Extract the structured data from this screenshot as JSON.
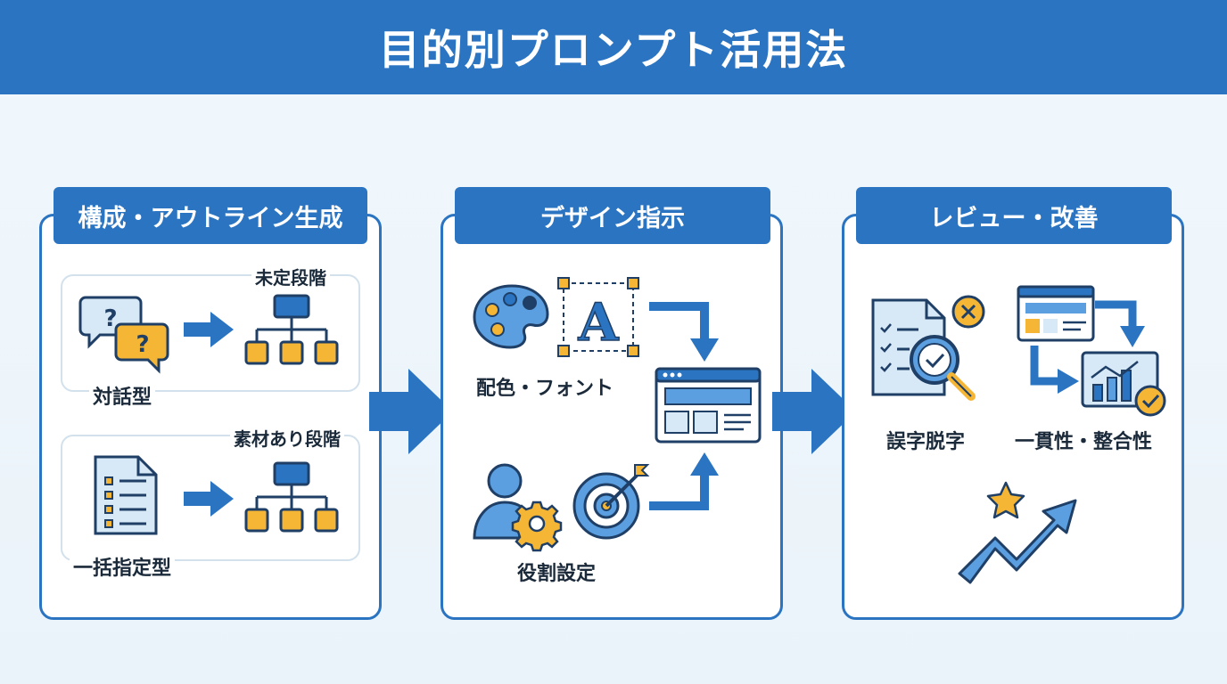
{
  "title": "目的別プロンプト活用法",
  "colors": {
    "primary": "#2a74c2",
    "accent": "#f5b636",
    "light_blue": "#d7e8f7",
    "outline": "#1f3f66"
  },
  "panels": [
    {
      "title": "構成・アウトライン生成",
      "groups": [
        {
          "stage": "未定段階",
          "method": "対話型",
          "icons": [
            "question-bubbles-icon",
            "arrow-right-icon",
            "hierarchy-icon"
          ]
        },
        {
          "stage": "素材あり段階",
          "method": "一括指定型",
          "icons": [
            "checklist-document-icon",
            "arrow-right-icon",
            "hierarchy-icon"
          ]
        }
      ]
    },
    {
      "title": "デザイン指示",
      "items": [
        {
          "label": "配色・フォント",
          "icons": [
            "palette-icon",
            "font-a-icon"
          ]
        },
        {
          "label": "役割設定",
          "icons": [
            "user-gear-icon",
            "target-icon"
          ]
        }
      ],
      "result_icon": "browser-window-icon"
    },
    {
      "title": "レビュー・改善",
      "items": [
        {
          "label": "誤字脱字",
          "icons": [
            "document-magnifier-icon",
            "error-x-icon"
          ]
        },
        {
          "label": "一貫性・整合性",
          "icons": [
            "browser-window-icon",
            "bar-chart-check-icon"
          ]
        }
      ],
      "bottom_icon": "trend-star-icon"
    }
  ]
}
